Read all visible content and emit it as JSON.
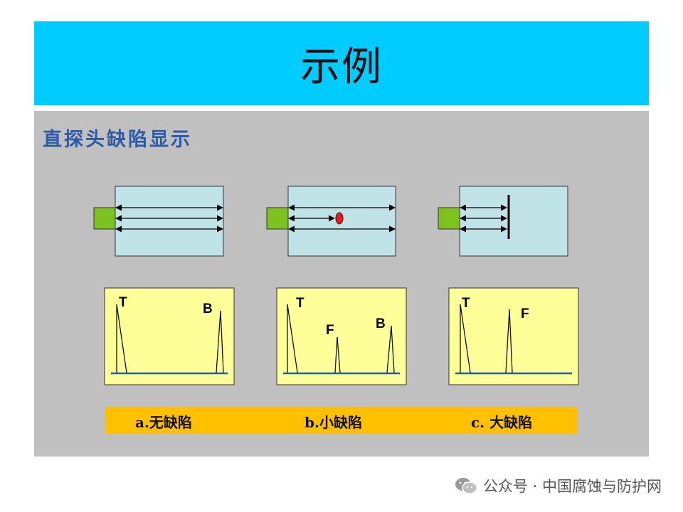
{
  "title": "示例",
  "subtitle": "直探头缺陷显示",
  "panels": [
    {
      "peaks": [
        {
          "label": "T"
        },
        {
          "label": "B"
        }
      ]
    },
    {
      "peaks": [
        {
          "label": "T"
        },
        {
          "label": "F"
        },
        {
          "label": "B"
        }
      ]
    },
    {
      "peaks": [
        {
          "label": "T"
        },
        {
          "label": "F"
        }
      ]
    }
  ],
  "captions": [
    "a.无缺陷",
    "b.小缺陷",
    "c. 大缺陷"
  ],
  "footer": {
    "text": "公众号 · 中国腐蚀与防护网"
  },
  "colors": {
    "title_bg": "#00ccff",
    "content_bg": "#c0c0c0",
    "block": "#bfe3e6",
    "probe": "#7dc21e",
    "screen": "#ffff99",
    "baseline": "#1f5fa6",
    "defect": "#e02020",
    "caption_bg": "#ffc000"
  }
}
